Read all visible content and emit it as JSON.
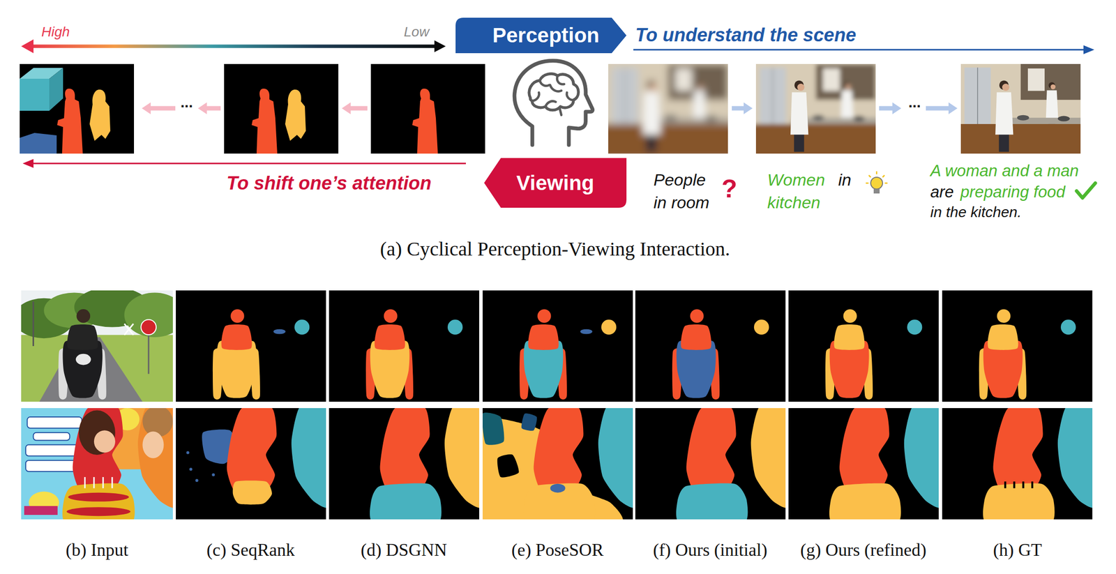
{
  "diagram": {
    "nodes": [
      {
        "text": [
          "Perception"
        ]
      },
      {
        "text": [
          "Viewing"
        ]
      }
    ],
    "labels": [
      "High",
      "Low",
      "To understand the scene",
      "...",
      "...",
      "To shift one’s attention",
      "People in room",
      "?",
      "Women",
      "in",
      "kitchen",
      "A woman and a man",
      "are",
      "preparing food",
      "in the kitchen.",
      "(a) Cyclical Perception-Viewing Interaction.",
      "(b) Input",
      "(c) SeqRank",
      "(d) DSGNN",
      "(e) PoseSOR",
      "(f) Ours (initial)",
      "(g) Ours (refined)",
      "(h) GT"
    ]
  }
}
